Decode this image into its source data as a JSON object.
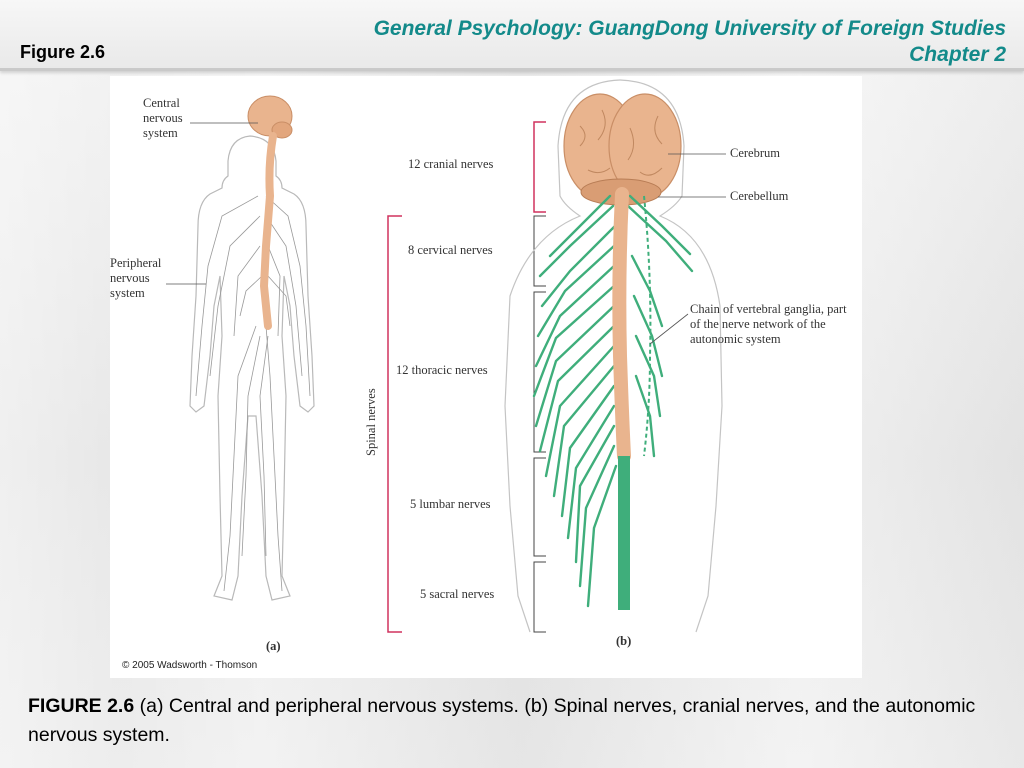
{
  "header": {
    "slide_label": "Figure 2.6",
    "course_title_line1": "General Psychology: GuangDong University of Foreign Studies",
    "course_title_line2": "Chapter 2"
  },
  "figure": {
    "panel_a": {
      "label_cns": [
        "Central",
        "nervous",
        "system"
      ],
      "label_pns": [
        "Peripheral",
        "nervous",
        "system"
      ],
      "panel_letter": "(a)"
    },
    "panel_b": {
      "cranial": "12 cranial nerves",
      "cervical": "8 cervical nerves",
      "thoracic": "12 thoracic nerves",
      "lumbar": "5 lumbar nerves",
      "sacral": "5 sacral nerves",
      "spinal_nerves": "Spinal nerves",
      "cerebrum": "Cerebrum",
      "cerebellum": "Cerebellum",
      "ganglia": [
        "Chain of vertebral ganglia, part",
        "of the nerve network of the",
        "autonomic system"
      ],
      "panel_letter": "(b)"
    },
    "copyright": "© 2005 Wadsworth - Thomson"
  },
  "caption": {
    "lead": "FIGURE 2.6",
    "text": " (a) Central and peripheral nervous systems. (b) Spinal nerves, cranial nerves, and the autonomic nervous system."
  },
  "colors": {
    "title_teal": "#138a8a",
    "brain": "#e9b48e",
    "nerve_green": "#3fae7b",
    "bracket_red": "#d0325f"
  }
}
